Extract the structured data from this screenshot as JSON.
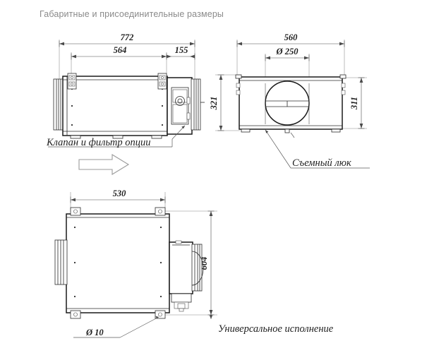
{
  "page": {
    "title": "Габаритные и присоединительные размеры",
    "background_color": "#ffffff",
    "title_color": "#8a8a8a",
    "line_color": "#1a1a1a"
  },
  "views": {
    "side": {
      "name": "side-view",
      "dimensions": {
        "overall_length": "772",
        "inner_length": "564",
        "module_length": "155"
      },
      "annotation": "Клапан и фильтр опции",
      "airflow_arrow": "flow-direction-arrow"
    },
    "front": {
      "name": "front-view",
      "dimensions": {
        "overall_width": "560",
        "duct_diameter": "Ø 250",
        "overall_height": "321",
        "body_height": "311"
      },
      "annotation": "Съемный люк"
    },
    "top": {
      "name": "top-view",
      "dimensions": {
        "width": "530",
        "depth": "604",
        "hole_diameter": "Ø 10"
      },
      "annotation": "Универсальное исполнение"
    }
  }
}
